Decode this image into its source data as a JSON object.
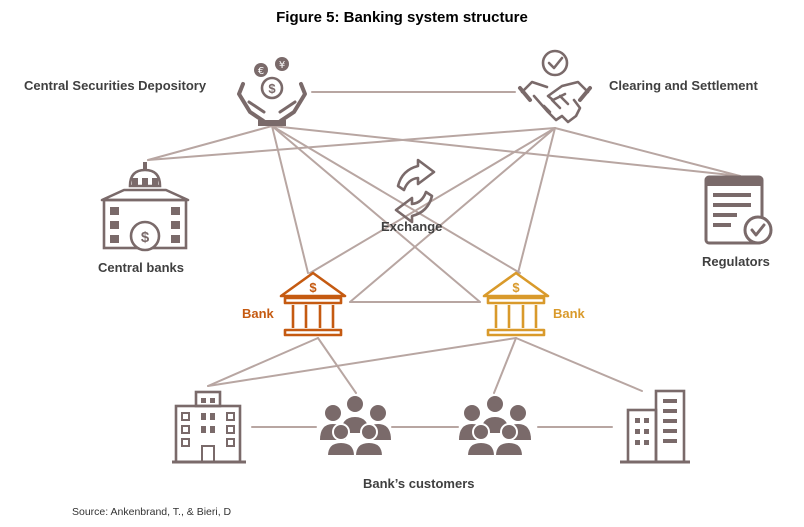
{
  "figure": {
    "title": "Figure 5: Banking system structure",
    "source": "Source: Ankenbrand, T., & Bieri, D"
  },
  "nodes": {
    "csd": {
      "label": "Central Securities Depository",
      "icon": "money-hands-icon"
    },
    "clearing": {
      "label": "Clearing and Settlement",
      "icon": "handshake-icon"
    },
    "central_banks": {
      "label": "Central banks",
      "icon": "central-bank-building-icon"
    },
    "exchange": {
      "label": "Exchange",
      "icon": "exchange-arrows-icon"
    },
    "regulators": {
      "label": "Regulators",
      "icon": "regulation-document-icon"
    },
    "bank_left": {
      "label": "Bank",
      "icon": "bank-icon"
    },
    "bank_right": {
      "label": "Bank",
      "icon": "bank-icon"
    },
    "customers": {
      "label": "Bank’s customers",
      "icon": "people-group-icon"
    }
  },
  "colors": {
    "icon": "#7a6a6a",
    "edge": "#b8a6a2",
    "bank_left": "#c55a11",
    "bank_right": "#d99a2b",
    "text": "#404040"
  }
}
